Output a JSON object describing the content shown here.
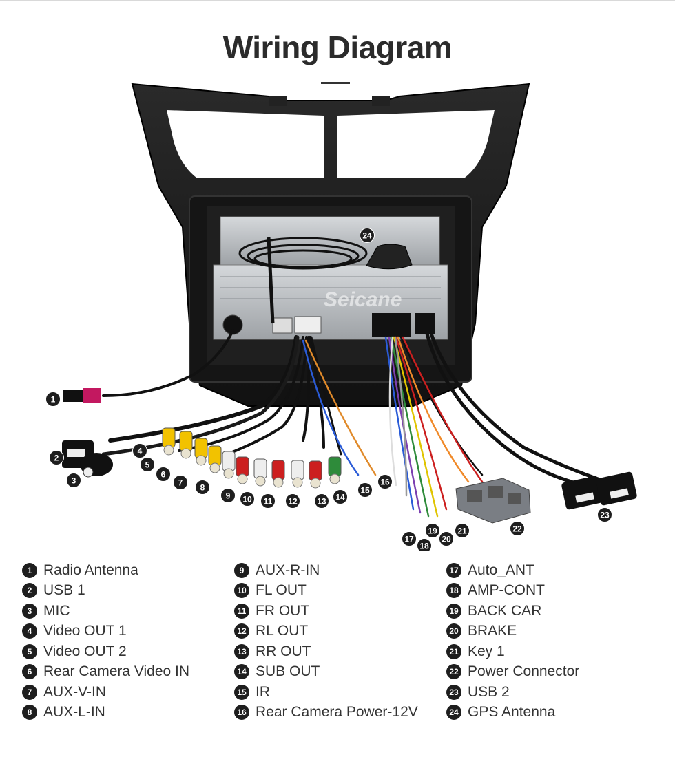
{
  "title": "Wiring Diagram",
  "watermark": "Seicane",
  "legend": [
    {
      "num": "1",
      "label": "Radio Antenna"
    },
    {
      "num": "2",
      "label": "USB 1"
    },
    {
      "num": "3",
      "label": "MIC"
    },
    {
      "num": "4",
      "label": "Video OUT 1"
    },
    {
      "num": "5",
      "label": "Video OUT 2"
    },
    {
      "num": "6",
      "label": "Rear Camera Video IN"
    },
    {
      "num": "7",
      "label": "AUX-V-IN"
    },
    {
      "num": "8",
      "label": "AUX-L-IN"
    },
    {
      "num": "9",
      "label": "AUX-R-IN"
    },
    {
      "num": "10",
      "label": "FL OUT"
    },
    {
      "num": "11",
      "label": "FR OUT"
    },
    {
      "num": "12",
      "label": "RL OUT"
    },
    {
      "num": "13",
      "label": "RR OUT"
    },
    {
      "num": "14",
      "label": "SUB OUT"
    },
    {
      "num": "15",
      "label": "IR"
    },
    {
      "num": "16",
      "label": "Rear Camera Power-12V"
    },
    {
      "num": "17",
      "label": "Auto_ANT"
    },
    {
      "num": "18",
      "label": "AMP-CONT"
    },
    {
      "num": "19",
      "label": "BACK CAR"
    },
    {
      "num": "20",
      "label": "BRAKE"
    },
    {
      "num": "21",
      "label": "Key 1"
    },
    {
      "num": "22",
      "label": "Power Connector"
    },
    {
      "num": "23",
      "label": "USB 2"
    },
    {
      "num": "24",
      "label": "GPS Antenna"
    }
  ],
  "colors": {
    "frame": "#1b1b1b",
    "unit": "#b9bcbf",
    "rca_yellow": "#f2c200",
    "rca_white": "#eeeeee",
    "rca_red": "#cc1f1f",
    "rca_green": "#2e8b3a",
    "badge": "#1e1e1e"
  }
}
